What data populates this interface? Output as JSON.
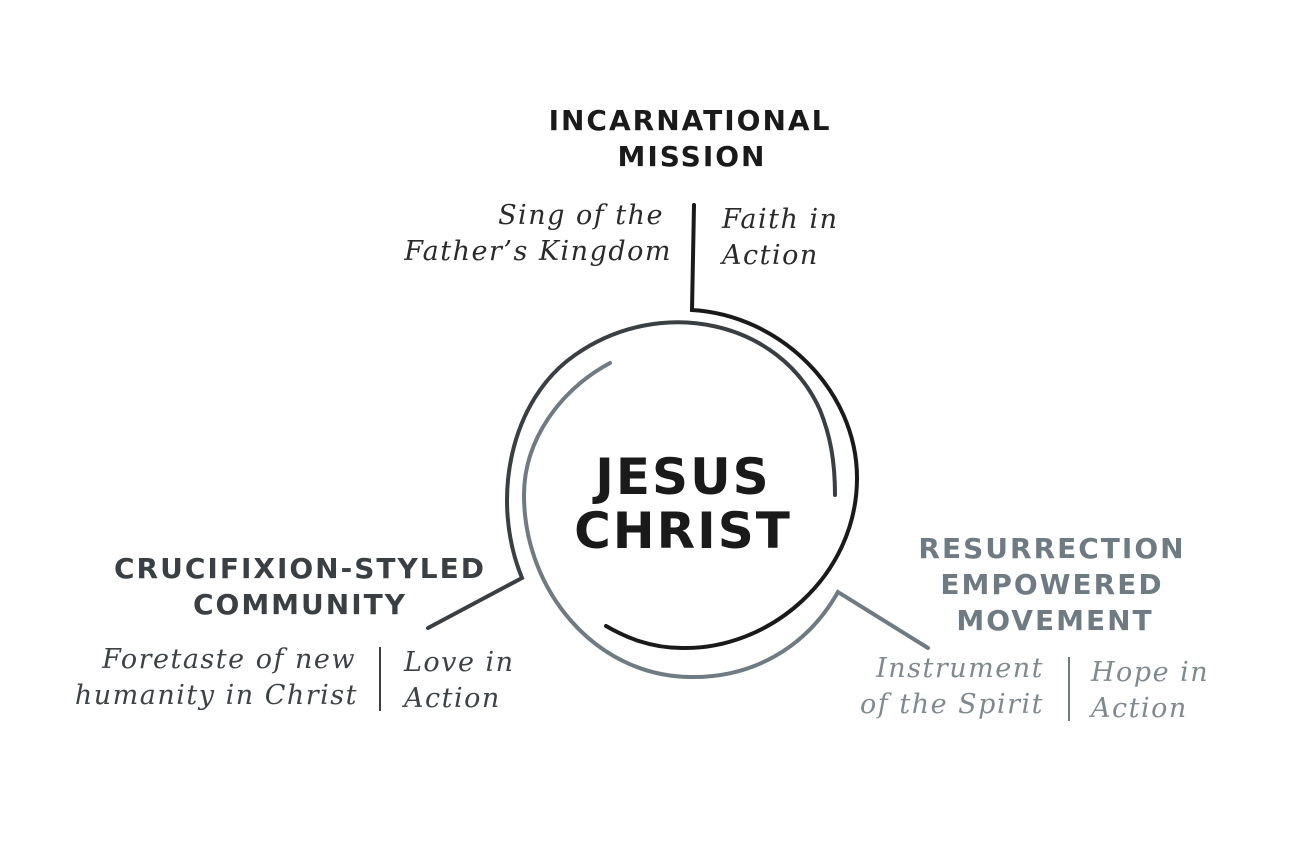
{
  "colors": {
    "dark": "#1a1a1a",
    "slate": "#3a3f44",
    "gray": "#6f7b82",
    "note_dark": "#2a2a2a",
    "note_slate": "#3d4247",
    "note_gray": "#7f8a90"
  },
  "center": {
    "line1": "JESUS",
    "line2": "CHRIST"
  },
  "nodes": {
    "mission": {
      "title_line1": "INCARNATIONAL",
      "title_line2": "MISSION",
      "left_line1": "Sing of the",
      "left_line2": "Father’s Kingdom",
      "right_line1": "Faith in",
      "right_line2": "Action"
    },
    "community": {
      "title_line1": "CRUCIFIXION-STYLED",
      "title_line2": "COMMUNITY",
      "left_line1": "Foretaste of new",
      "left_line2": "humanity in Christ",
      "right_line1": "Love in",
      "right_line2": "Action"
    },
    "movement": {
      "title_line1": "RESURRECTION",
      "title_line2": "EMPOWERED",
      "title_line3": "MOVEMENT",
      "left_line1": "Instrument",
      "left_line2": "of the Spirit",
      "right_line1": "Hope in",
      "right_line2": "Action"
    }
  }
}
